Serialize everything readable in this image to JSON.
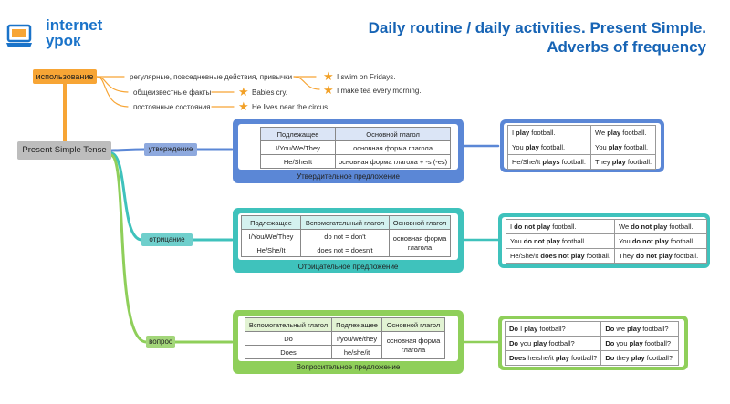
{
  "logo": {
    "line1": "internet",
    "line2": "урок"
  },
  "title": {
    "line1": "Daily routine / daily activities. Present Simple.",
    "line2": "Adverbs of frequency"
  },
  "usage": {
    "label": "использование",
    "items": [
      {
        "text": "регулярные, повседневные действия, привычки",
        "examples": [
          "I swim on Fridays.",
          "I make tea every morning."
        ]
      },
      {
        "text": "общеизвестные факты",
        "examples": [
          "Babies cry."
        ]
      },
      {
        "text": "постоянные состояния",
        "examples": [
          "He lives near the circus."
        ]
      }
    ]
  },
  "root": {
    "label": "Present Simple Tense"
  },
  "colors": {
    "affirmative": "#5b87d6",
    "negative": "#3fc2bc",
    "question": "#8fcf5a",
    "usage": "#f7a535",
    "title": "#1764b5"
  },
  "affirmative": {
    "branch_label": "утверждение",
    "caption": "Утвердительное предложение",
    "table": {
      "headers": [
        "Подлежащее",
        "Основной глагол"
      ],
      "rows": [
        [
          "I/You/We/They",
          "основная форма глагола"
        ],
        [
          "He/She/It",
          "основная форма глагола + -s (-es)"
        ]
      ]
    },
    "examples": [
      {
        "pre": "I ",
        "bold": "play",
        "post": " football."
      },
      {
        "pre": "We ",
        "bold": "play",
        "post": " football."
      },
      {
        "pre": "You ",
        "bold": "play",
        "post": " football."
      },
      {
        "pre": "You ",
        "bold": "play",
        "post": " football."
      },
      {
        "pre": "He/She/It ",
        "bold": "plays",
        "post": " football."
      },
      {
        "pre": "They ",
        "bold": "play",
        "post": " football."
      }
    ]
  },
  "negative": {
    "branch_label": "отрицание",
    "caption": "Отрицательное предложение",
    "table": {
      "headers": [
        "Подлежащее",
        "Вспомогательный глагол",
        "Основной глагол"
      ],
      "rows": [
        [
          "I/You/We/They",
          "do not = don't"
        ],
        [
          "He/She/It",
          "does not = doesn't"
        ]
      ],
      "main_verb": "основная форма глагола"
    },
    "examples": [
      {
        "pre": "I ",
        "bold": "do not play",
        "post": " football."
      },
      {
        "pre": "We ",
        "bold": "do not play",
        "post": " football."
      },
      {
        "pre": "You ",
        "bold": "do not play",
        "post": " football."
      },
      {
        "pre": "You ",
        "bold": "do not play",
        "post": " football."
      },
      {
        "pre": "He/She/It ",
        "bold": "does not play",
        "post": " football."
      },
      {
        "pre": "They ",
        "bold": "do not play",
        "post": " football."
      }
    ]
  },
  "question": {
    "branch_label": "вопрос",
    "caption": "Вопросительное предложение",
    "table": {
      "headers": [
        "Вспомогательный глагол",
        "Подлежащее",
        "Основной глагол"
      ],
      "rows": [
        [
          "Do",
          "I/you/we/they"
        ],
        [
          "Does",
          "he/she/it"
        ]
      ],
      "main_verb": "основная форма глагола"
    },
    "examples": [
      {
        "pre": "",
        "bold": "Do",
        "mid": " I ",
        "bold2": "play",
        "post": " football?"
      },
      {
        "pre": "",
        "bold": "Do",
        "mid": " we ",
        "bold2": "play",
        "post": " football?"
      },
      {
        "pre": "",
        "bold": "Do",
        "mid": " you ",
        "bold2": "play",
        "post": " football?"
      },
      {
        "pre": "",
        "bold": "Do",
        "mid": " you ",
        "bold2": "play",
        "post": " football?"
      },
      {
        "pre": "",
        "bold": "Does",
        "mid": " he/she/it ",
        "bold2": "play",
        "post": " football?"
      },
      {
        "pre": "",
        "bold": "Do",
        "mid": " they ",
        "bold2": "play",
        "post": " football?"
      }
    ]
  }
}
